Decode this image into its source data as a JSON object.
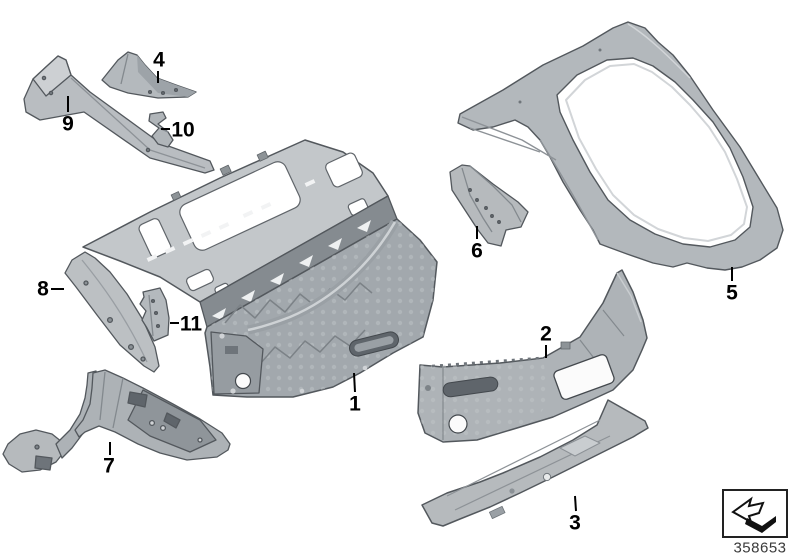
{
  "diagram": {
    "kind": "parts-diagram",
    "callouts": [
      {
        "label": "1"
      },
      {
        "label": "2"
      },
      {
        "label": "3"
      },
      {
        "label": "4"
      },
      {
        "label": "5"
      },
      {
        "label": "6"
      },
      {
        "label": "7"
      },
      {
        "label": "8"
      },
      {
        "label": "9"
      },
      {
        "label": "10"
      },
      {
        "label": "11"
      }
    ],
    "footer": {
      "diagram_number": "358653",
      "icon": "diagram-link-icon"
    },
    "colors": {
      "background": "#ffffff",
      "outline": "#53585d",
      "metal_light": "#c3c7ca",
      "metal_mid": "#a8adb2",
      "metal_dark": "#858b90",
      "label": "#000000"
    }
  }
}
